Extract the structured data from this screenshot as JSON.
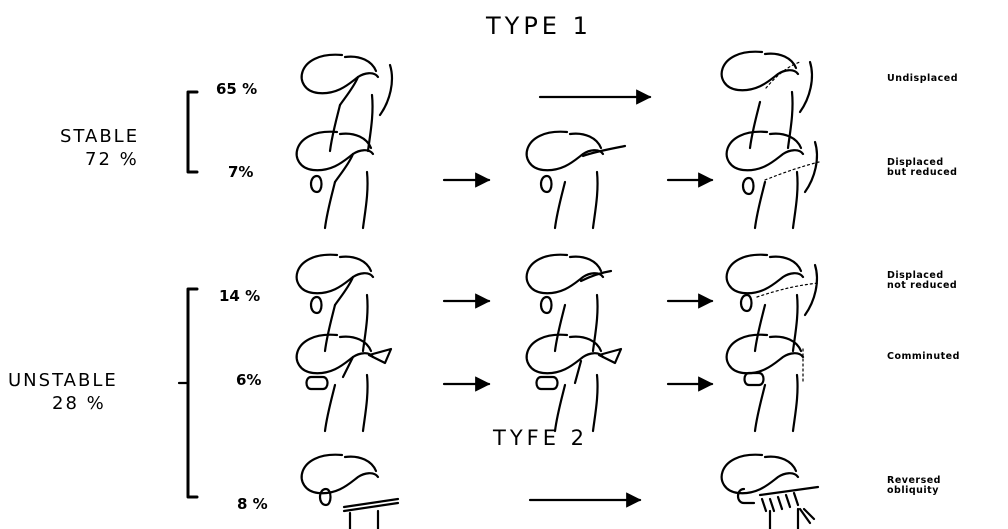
{
  "titles": {
    "type1": "TYPE 1",
    "type2": "TYFE 2"
  },
  "groups": {
    "stable": {
      "label": "STABLE",
      "pct": "72 %"
    },
    "unstable": {
      "label": "UNSTABLE",
      "pct": "28 %"
    }
  },
  "rows": [
    {
      "pct": "65 %",
      "desc": "Undisplaced"
    },
    {
      "pct": "7%",
      "desc": "Displaced\nbut reduced"
    },
    {
      "pct": "14 %",
      "desc": "Displaced\nnot reduced"
    },
    {
      "pct": "6%",
      "desc": "Comminuted"
    },
    {
      "pct": "8 %",
      "desc": "Reversed\nobliquity"
    }
  ]
}
